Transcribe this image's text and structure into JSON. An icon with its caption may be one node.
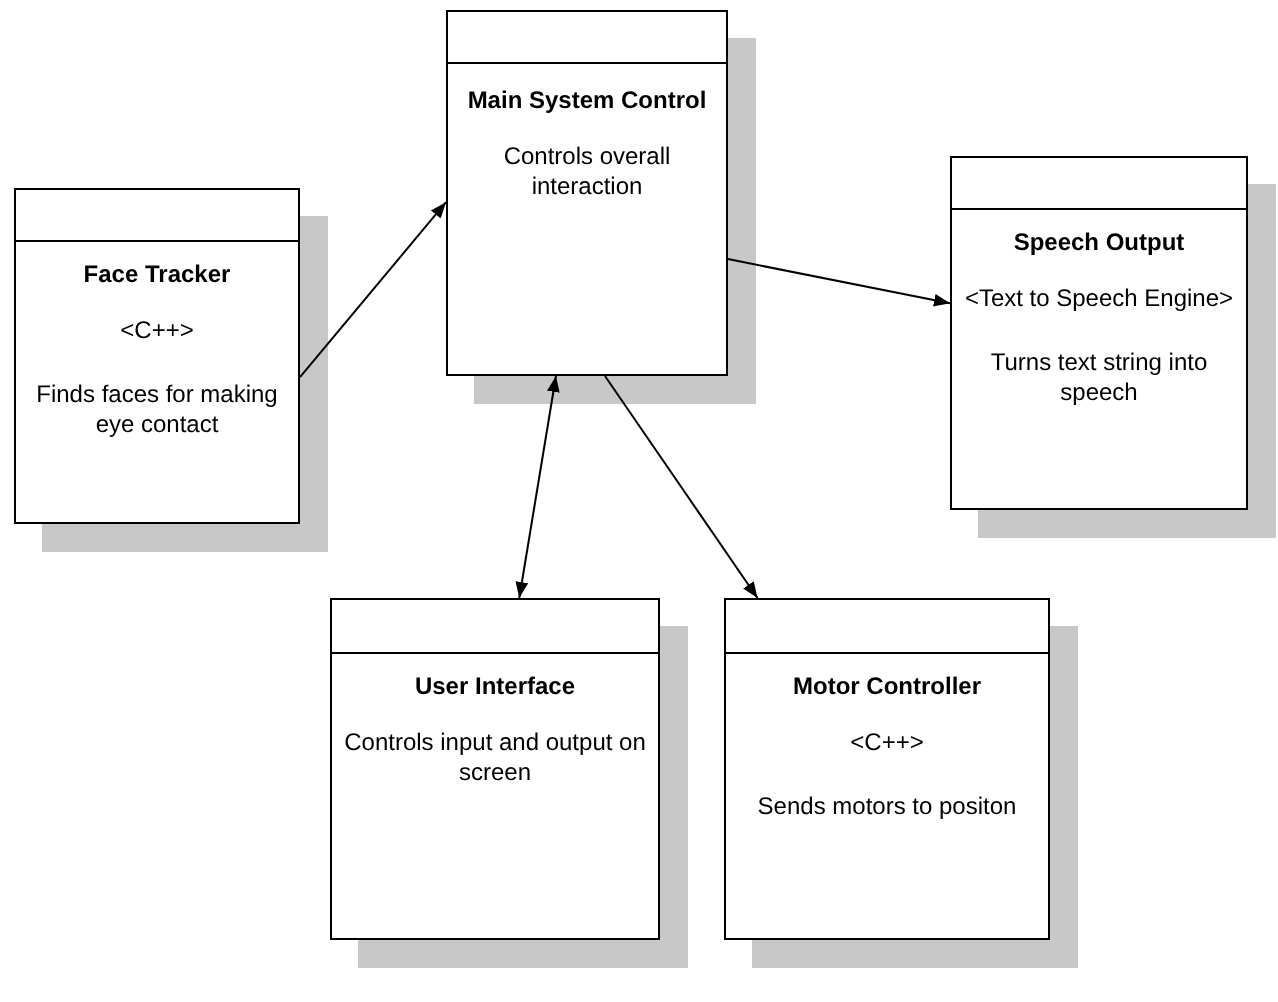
{
  "diagram": {
    "nodes": [
      {
        "text": [
          "Face Tracker",
          "<C++>",
          "Finds faces for making eye contact"
        ]
      },
      {
        "text": [
          "Main System Control",
          "Controls overall interaction"
        ]
      },
      {
        "text": [
          "Speech Output",
          "<Text to Speech Engine>",
          "Turns text string into speech"
        ]
      },
      {
        "text": [
          "User Interface",
          "Controls input and output on screen"
        ]
      },
      {
        "text": [
          "Motor Controller",
          "<C++>",
          "Sends motors to positon"
        ]
      }
    ],
    "edges": [
      {
        "from": 0,
        "to": 1,
        "arrow": "to"
      },
      {
        "from": 1,
        "to": 2,
        "arrow": "to"
      },
      {
        "from": 1,
        "to": 3,
        "arrow": "both"
      },
      {
        "from": 1,
        "to": 4,
        "arrow": "to"
      }
    ]
  }
}
